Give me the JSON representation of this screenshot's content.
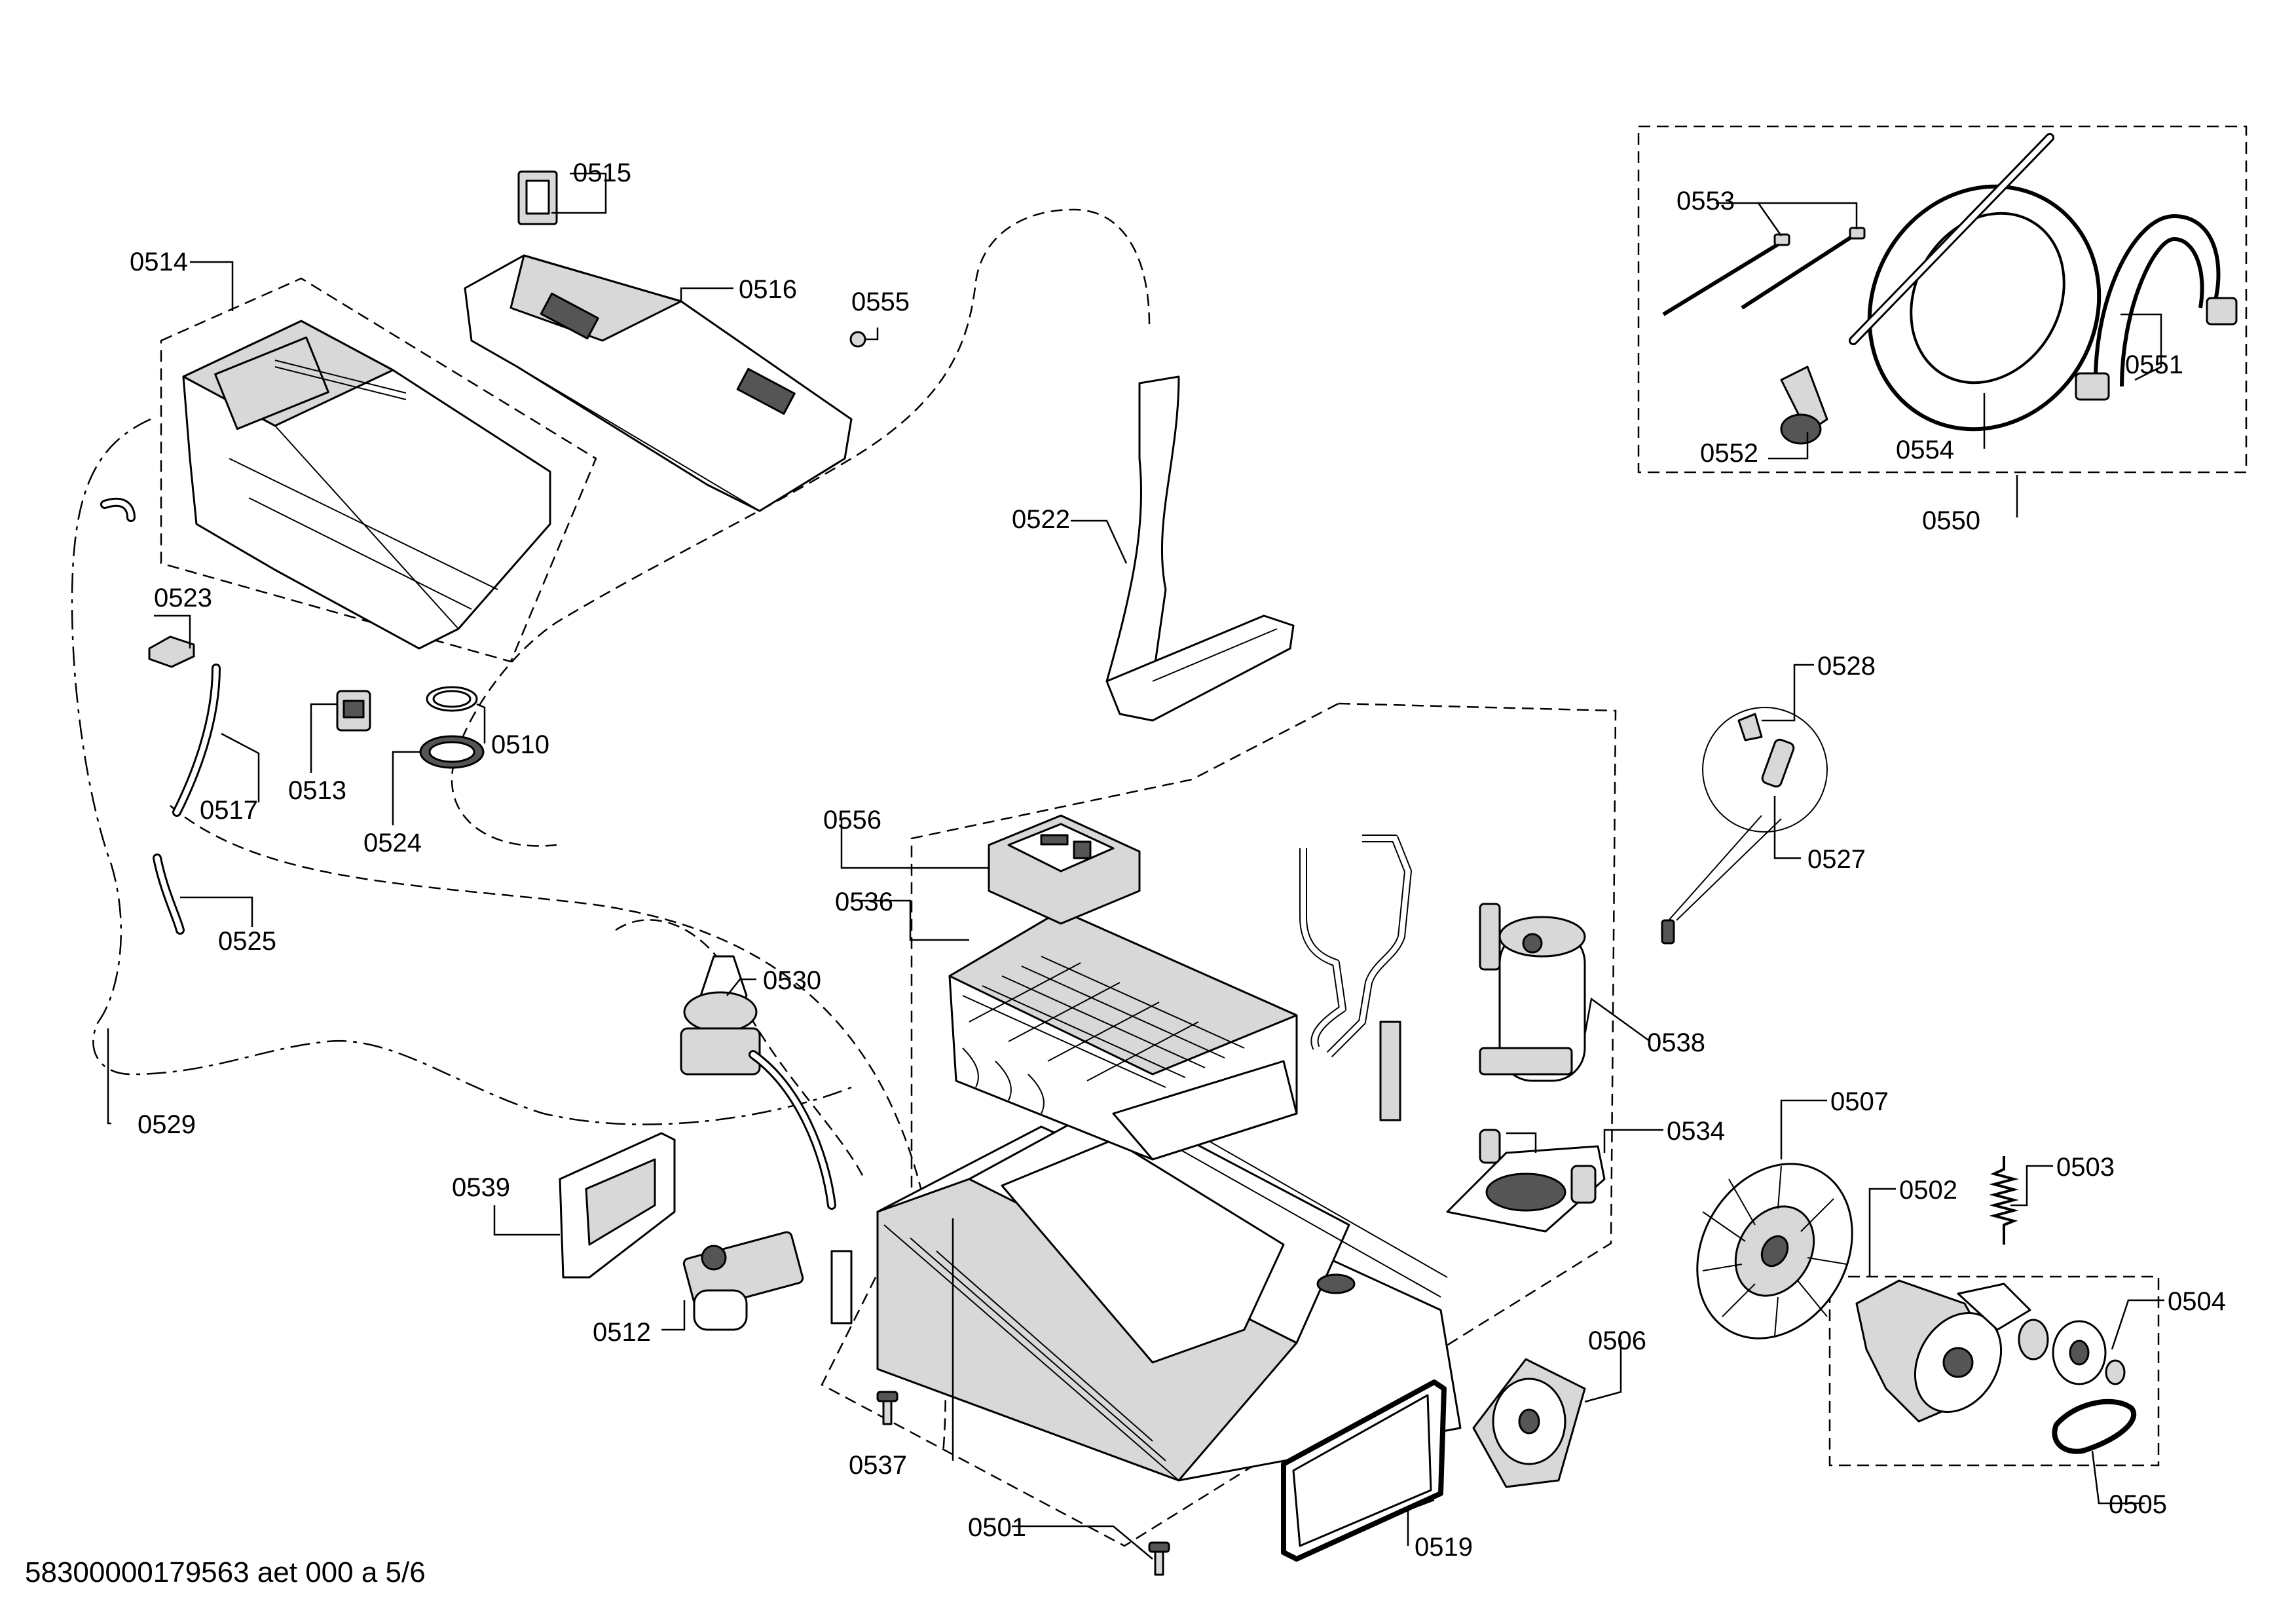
{
  "footer": {
    "document_code": "58300000179563 aet 000 a 5/6"
  },
  "labels": {
    "p0501": "0501",
    "p0502": "0502",
    "p0503": "0503",
    "p0504": "0504",
    "p0505": "0505",
    "p0506": "0506",
    "p0507": "0507",
    "p0510": "0510",
    "p0512": "0512",
    "p0513": "0513",
    "p0514": "0514",
    "p0515": "0515",
    "p0516": "0516",
    "p0517": "0517",
    "p0519": "0519",
    "p0522": "0522",
    "p0523": "0523",
    "p0524": "0524",
    "p0525": "0525",
    "p0527": "0527",
    "p0528": "0528",
    "p0529": "0529",
    "p0530": "0530",
    "p0534": "0534",
    "p0536": "0536",
    "p0537": "0537",
    "p0538": "0538",
    "p0539": "0539",
    "p0550": "0550",
    "p0551": "0551",
    "p0552": "0552",
    "p0553": "0553",
    "p0554": "0554",
    "p0555": "0555",
    "p0556": "0556"
  }
}
